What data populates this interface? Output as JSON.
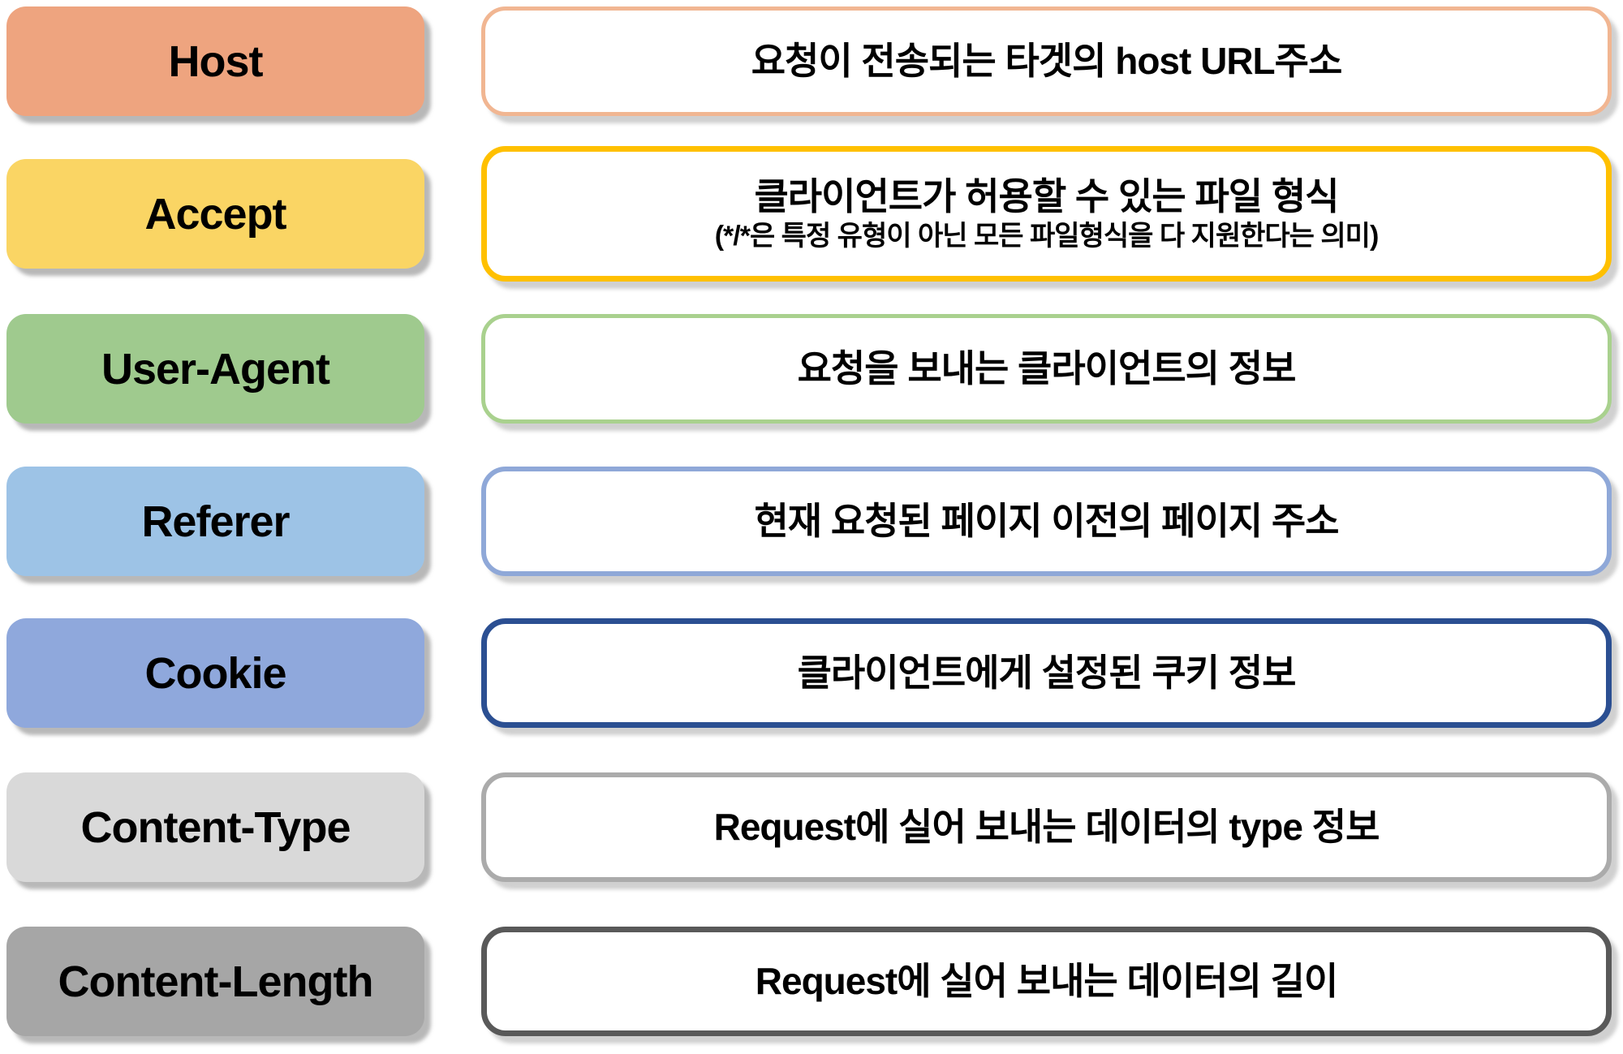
{
  "rows": [
    {
      "id": "host",
      "label": "Host",
      "desc": "요청이 전송되는 타겟의 host URL주소",
      "colors": {
        "label_bg": "#EEA47F",
        "box_border": "#F1B692"
      }
    },
    {
      "id": "accept",
      "label": "Accept",
      "desc": "클라이언트가 허용할 수 있는 파일 형식",
      "desc_sub": "(*/*은 특정 유형이 아닌 모든 파일형식을 다 지원한다는 의미)",
      "colors": {
        "label_bg": "#FAD564",
        "box_border": "#FFC000"
      }
    },
    {
      "id": "user-agent",
      "label": "User-Agent",
      "desc": "요청을 보내는 클라이언트의 정보",
      "colors": {
        "label_bg": "#9FCA8E",
        "box_border": "#A9D18E"
      }
    },
    {
      "id": "referer",
      "label": "Referer",
      "desc": "현재 요청된 페이지 이전의 페이지 주소",
      "colors": {
        "label_bg": "#9DC3E6",
        "box_border": "#8FA8D8"
      }
    },
    {
      "id": "cookie",
      "label": "Cookie",
      "desc": "클라이언트에게 설정된 쿠키 정보",
      "colors": {
        "label_bg": "#8FA8DC",
        "box_border": "#2B4F92"
      }
    },
    {
      "id": "content-type",
      "label": "Content-Type",
      "desc": "Request에 실어 보내는 데이터의 type 정보",
      "colors": {
        "label_bg": "#D9D9D9",
        "box_border": "#ABABAB"
      }
    },
    {
      "id": "content-length",
      "label": "Content-Length",
      "desc": "Request에 실어 보내는 데이터의 길이",
      "colors": {
        "label_bg": "#A6A6A6",
        "box_border": "#595959"
      }
    }
  ]
}
